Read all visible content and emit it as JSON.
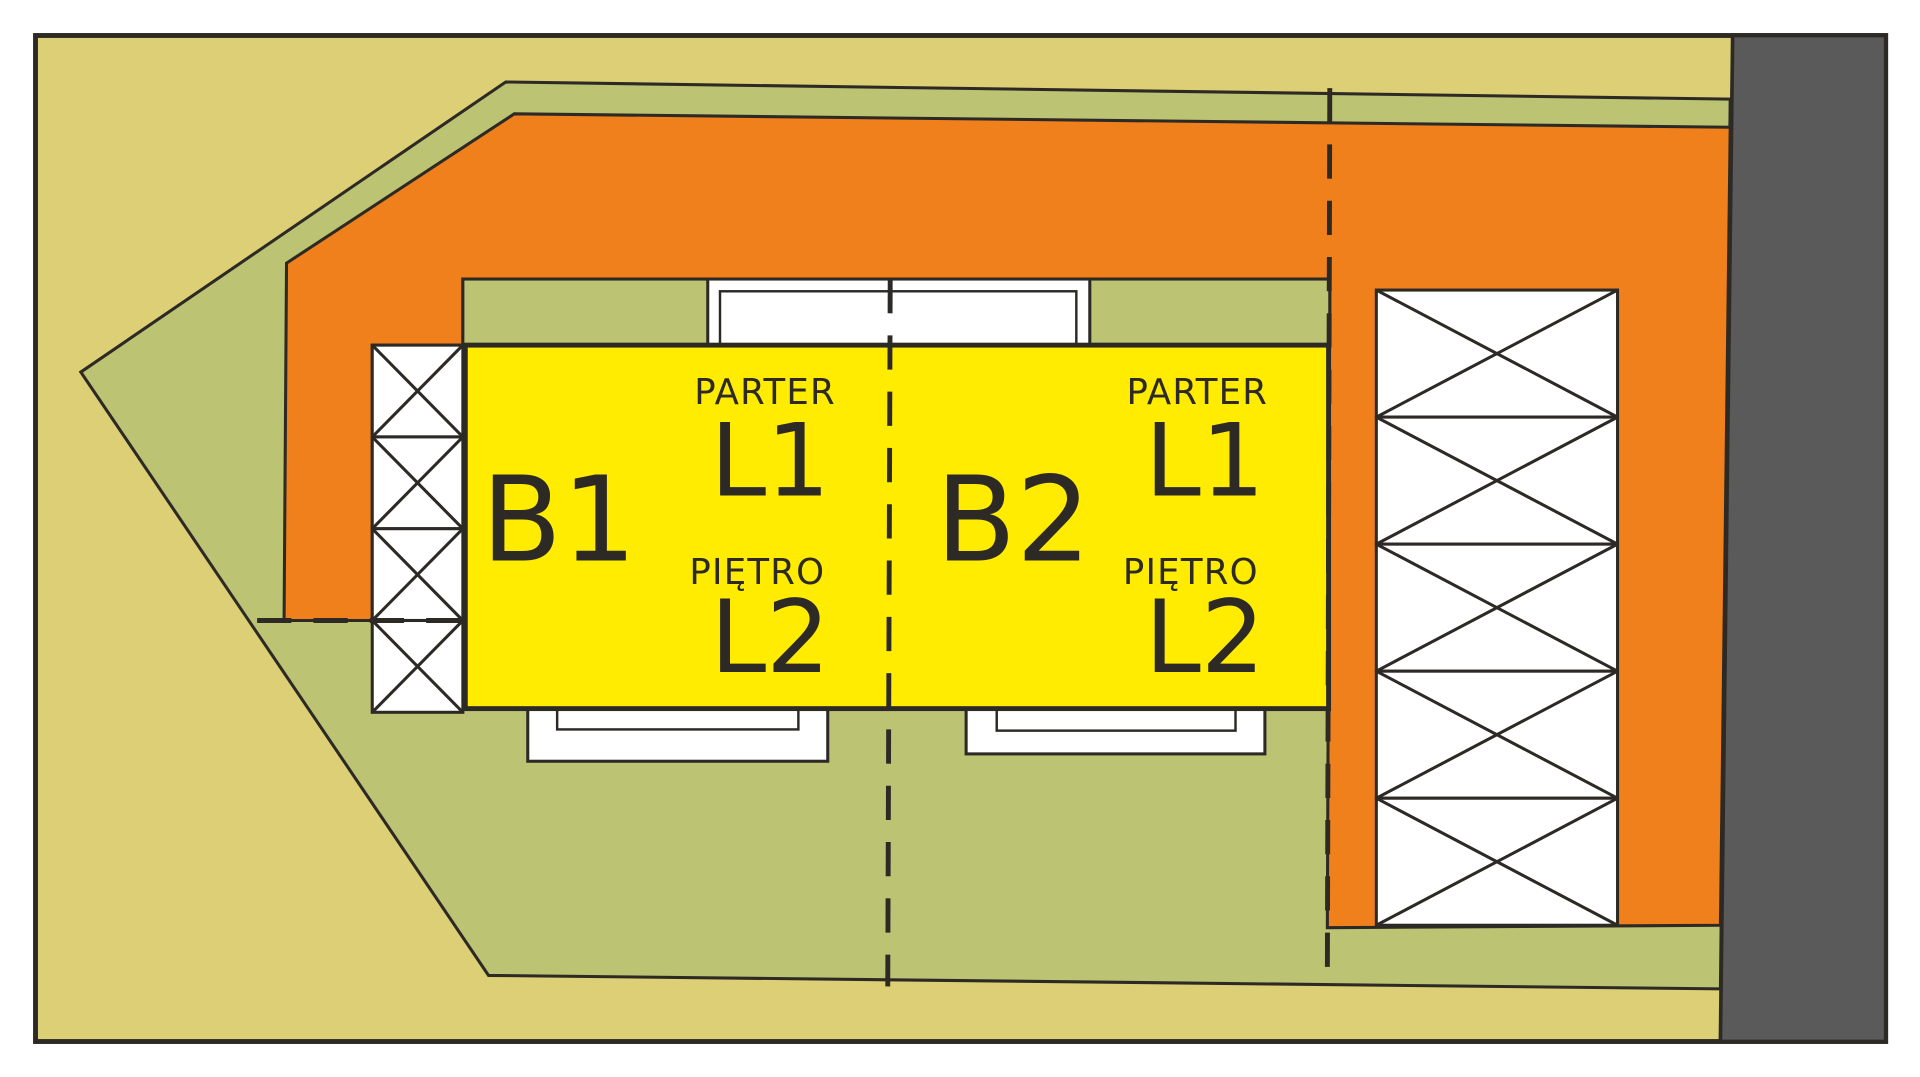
{
  "colors": {
    "outline": "#2d2a26",
    "surround": "#DCCF75",
    "green": "#BCC373",
    "orange": "#F0801B",
    "building": "#FFEC00",
    "road": "#5a5a5a",
    "white": "#ffffff"
  },
  "buildings": [
    {
      "name": "B1",
      "floors": [
        {
          "label": "PARTER",
          "unit": "L1"
        },
        {
          "label": "PIĘTRO",
          "unit": "L2"
        }
      ]
    },
    {
      "name": "B2",
      "floors": [
        {
          "label": "PARTER",
          "unit": "L1"
        },
        {
          "label": "PIĘTRO",
          "unit": "L2"
        }
      ]
    }
  ],
  "parking_left_spaces": 4,
  "parking_right_spaces": 5
}
